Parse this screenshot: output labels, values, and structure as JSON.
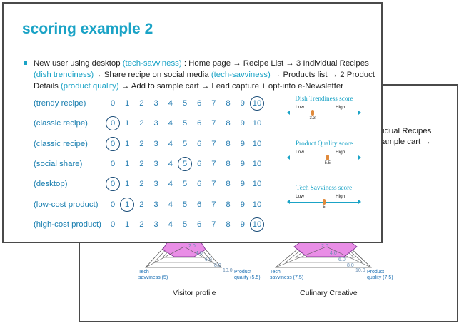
{
  "front": {
    "title": "scoring example 2",
    "bullet": {
      "parts": [
        {
          "text": "New user using desktop ",
          "hl": false
        },
        {
          "text": "(tech-savviness)",
          "hl": true
        },
        {
          "text": " : Home page → Recipe List → 3 Individual Recipes ",
          "hl": false
        },
        {
          "text": "(dish trendiness)",
          "hl": true
        },
        {
          "text": "→ Share recipe on social media ",
          "hl": false
        },
        {
          "text": "(tech-savviness)",
          "hl": true
        },
        {
          "text": " → Products list → 2 Product Details ",
          "hl": false
        },
        {
          "text": "(product quality)",
          "hl": true
        },
        {
          "text": " → Add to sample cart → Lead capture + opt-into e-Newsletter",
          "hl": false
        }
      ]
    },
    "scale": [
      "0",
      "1",
      "2",
      "3",
      "4",
      "5",
      "6",
      "7",
      "8",
      "9",
      "10"
    ],
    "rows": [
      {
        "label": "(trendy recipe)",
        "circled": 10
      },
      {
        "label": "(classic recipe)",
        "circled": 0
      },
      {
        "label": "(classic recipe)",
        "circled": 0
      },
      {
        "label": "(social share)",
        "circled": 5
      },
      {
        "label": "(desktop)",
        "circled": 0
      },
      {
        "label": "(low-cost product)",
        "circled": 1
      },
      {
        "label": "(high-cost product)",
        "circled": 10
      }
    ],
    "gauges": [
      {
        "title": "Dish Trendiness score",
        "low": "Low",
        "high": "High",
        "value": 3.3,
        "value_label": "3.3"
      },
      {
        "title": "Product Quality score",
        "low": "Low",
        "high": "High",
        "value": 5.5,
        "value_label": "5.5"
      },
      {
        "title": "Tech Savviness score",
        "low": "Low",
        "high": "High",
        "value": 5,
        "value_label": "5"
      }
    ]
  },
  "back": {
    "text_line1": "idual Recipes",
    "text_line2": "ample cart →",
    "charts": [
      {
        "caption": "Visitor profile",
        "left_label_1": "Tech",
        "left_label_2": "savviness (5)",
        "right_label_1": "Product",
        "right_label_2": "quality (5.5)",
        "ticks": [
          "2.0",
          "4.0",
          "6.0",
          "8.0",
          "10.0"
        ]
      },
      {
        "caption": "Culinary Creative",
        "left_label_1": "Tech",
        "left_label_2": "savviness (7.5)",
        "right_label_1": "Product",
        "right_label_2": "quality (7.5)",
        "ticks": [
          "2.0",
          "4.0",
          "6.0",
          "8.0",
          "10.0"
        ]
      }
    ],
    "colors": {
      "fill": "#e98ee6",
      "stroke": "#8a3c9c"
    }
  }
}
